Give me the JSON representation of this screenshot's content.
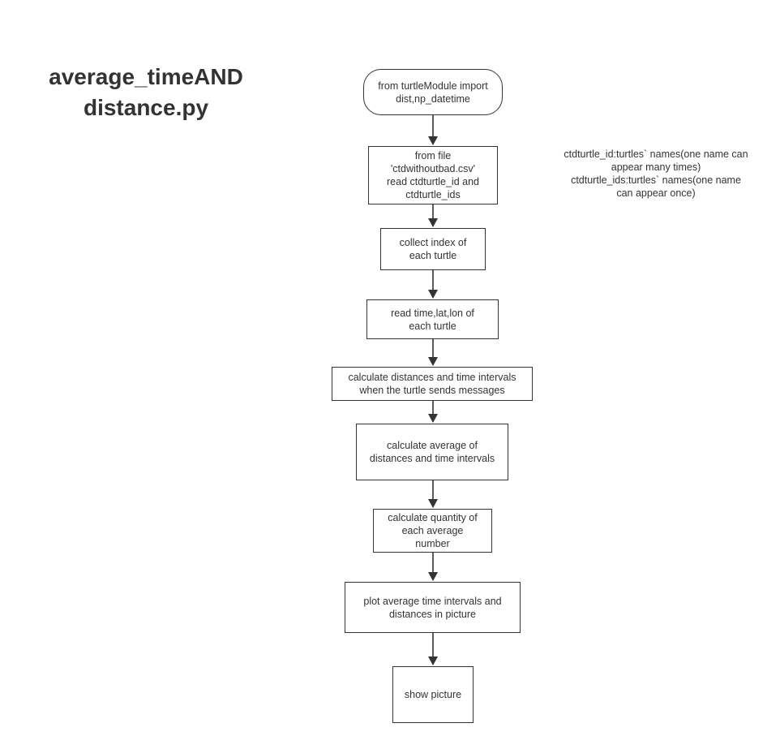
{
  "diagram": {
    "title_lines": [
      "average_timeAND",
      "distance.py"
    ],
    "nodes": [
      {
        "id": "import",
        "shape": "terminal",
        "text": "from turtleModule import\ndist,np_datetime"
      },
      {
        "id": "read-file",
        "shape": "process",
        "text": "from file\n'ctdwithoutbad.csv'\nread ctdturtle_id and\nctdturtle_ids"
      },
      {
        "id": "collect-index",
        "shape": "process",
        "text": "collect index of\neach turtle"
      },
      {
        "id": "read-time",
        "shape": "process",
        "text": "read time,lat,lon of\neach turtle"
      },
      {
        "id": "calc-distances",
        "shape": "process",
        "text": "calculate distances and time intervals\nwhen the turtle sends messages"
      },
      {
        "id": "calc-average",
        "shape": "process",
        "text": "calculate average of\ndistances and time intervals"
      },
      {
        "id": "calc-quantity",
        "shape": "process",
        "text": "calculate quantity of\neach average\nnumber"
      },
      {
        "id": "plot",
        "shape": "process",
        "text": "plot average time intervals and\ndistances in picture"
      },
      {
        "id": "show",
        "shape": "process",
        "text": "show picture"
      }
    ],
    "edges": [
      {
        "from": "import",
        "to": "read-file"
      },
      {
        "from": "read-file",
        "to": "collect-index"
      },
      {
        "from": "collect-index",
        "to": "read-time"
      },
      {
        "from": "read-time",
        "to": "calc-distances"
      },
      {
        "from": "calc-distances",
        "to": "calc-average"
      },
      {
        "from": "calc-average",
        "to": "calc-quantity"
      },
      {
        "from": "calc-quantity",
        "to": "plot"
      },
      {
        "from": "plot",
        "to": "show"
      }
    ],
    "note_lines": [
      "ctdturtle_id:turtles` names(one name can",
      "appear many times)",
      "ctdturtle_ids:turtles` names(one name",
      "can appear once)"
    ],
    "colors": {
      "stroke": "#333333",
      "text": "#333333",
      "background": "#ffffff"
    }
  }
}
